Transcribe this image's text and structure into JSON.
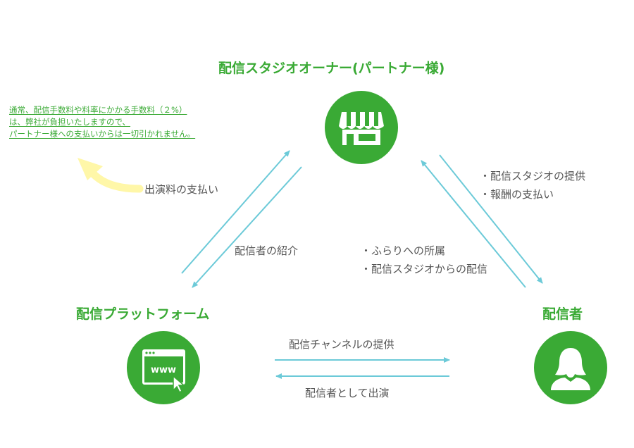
{
  "nodes": {
    "owner": {
      "title": "配信スタジオオーナー(パートナー様)",
      "icon": "store-icon"
    },
    "platform": {
      "title": "配信プラットフォーム",
      "icon": "browser-www-icon"
    },
    "performer": {
      "title": "配信者",
      "icon": "person-icon"
    }
  },
  "note_lines": [
    "通常、配信手数料や料率にかかる手数料（２%）",
    "は、弊社が負担いたしますので、",
    "パートナー様への支払いからは一切引かれません。"
  ],
  "platform_icon_text": "www",
  "labels": {
    "performance_fee": "出演料の支払い",
    "introduce_performers": "配信者の紹介",
    "affiliation_1": "・ふらりへの所属",
    "affiliation_2": "・配信スタジオからの配信",
    "studio_provide_1": "・配信スタジオの提供",
    "studio_provide_2": "・報酬の支払い",
    "channel_provide": "配信チャンネルの提供",
    "appear_as_performer": "配信者として出演"
  },
  "colors": {
    "green": "#3aaa35",
    "arrow": "#6ccad8",
    "curved_arrow": "#fff7a8",
    "text": "#555555"
  }
}
